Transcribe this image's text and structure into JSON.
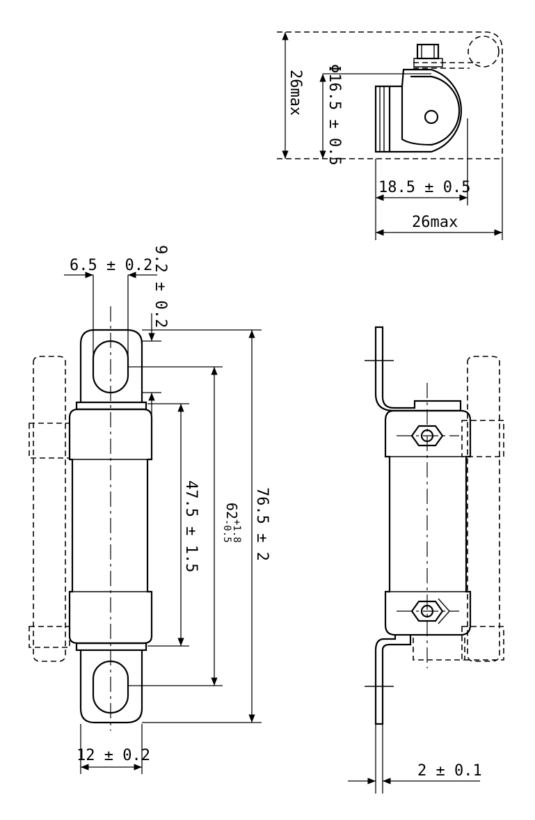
{
  "dimensions": {
    "top_height_max": "26max",
    "top_diameter": "Φ16.5 ± 0.5",
    "top_body_width": "18.5 ± 0.5",
    "top_width_max": "26max",
    "slot_width": "6.5 ± 0.2",
    "slot_length": "9.2 ± 0.2",
    "body_length": "47.5 ± 1.5",
    "between_holes_base": "62",
    "between_holes_tol_plus": "+1.8",
    "between_holes_tol_minus": "-0.5",
    "overall_length": "76.5 ± 2",
    "tag_width": "12 ± 0.2",
    "tag_thickness": "2 ± 0.1"
  }
}
